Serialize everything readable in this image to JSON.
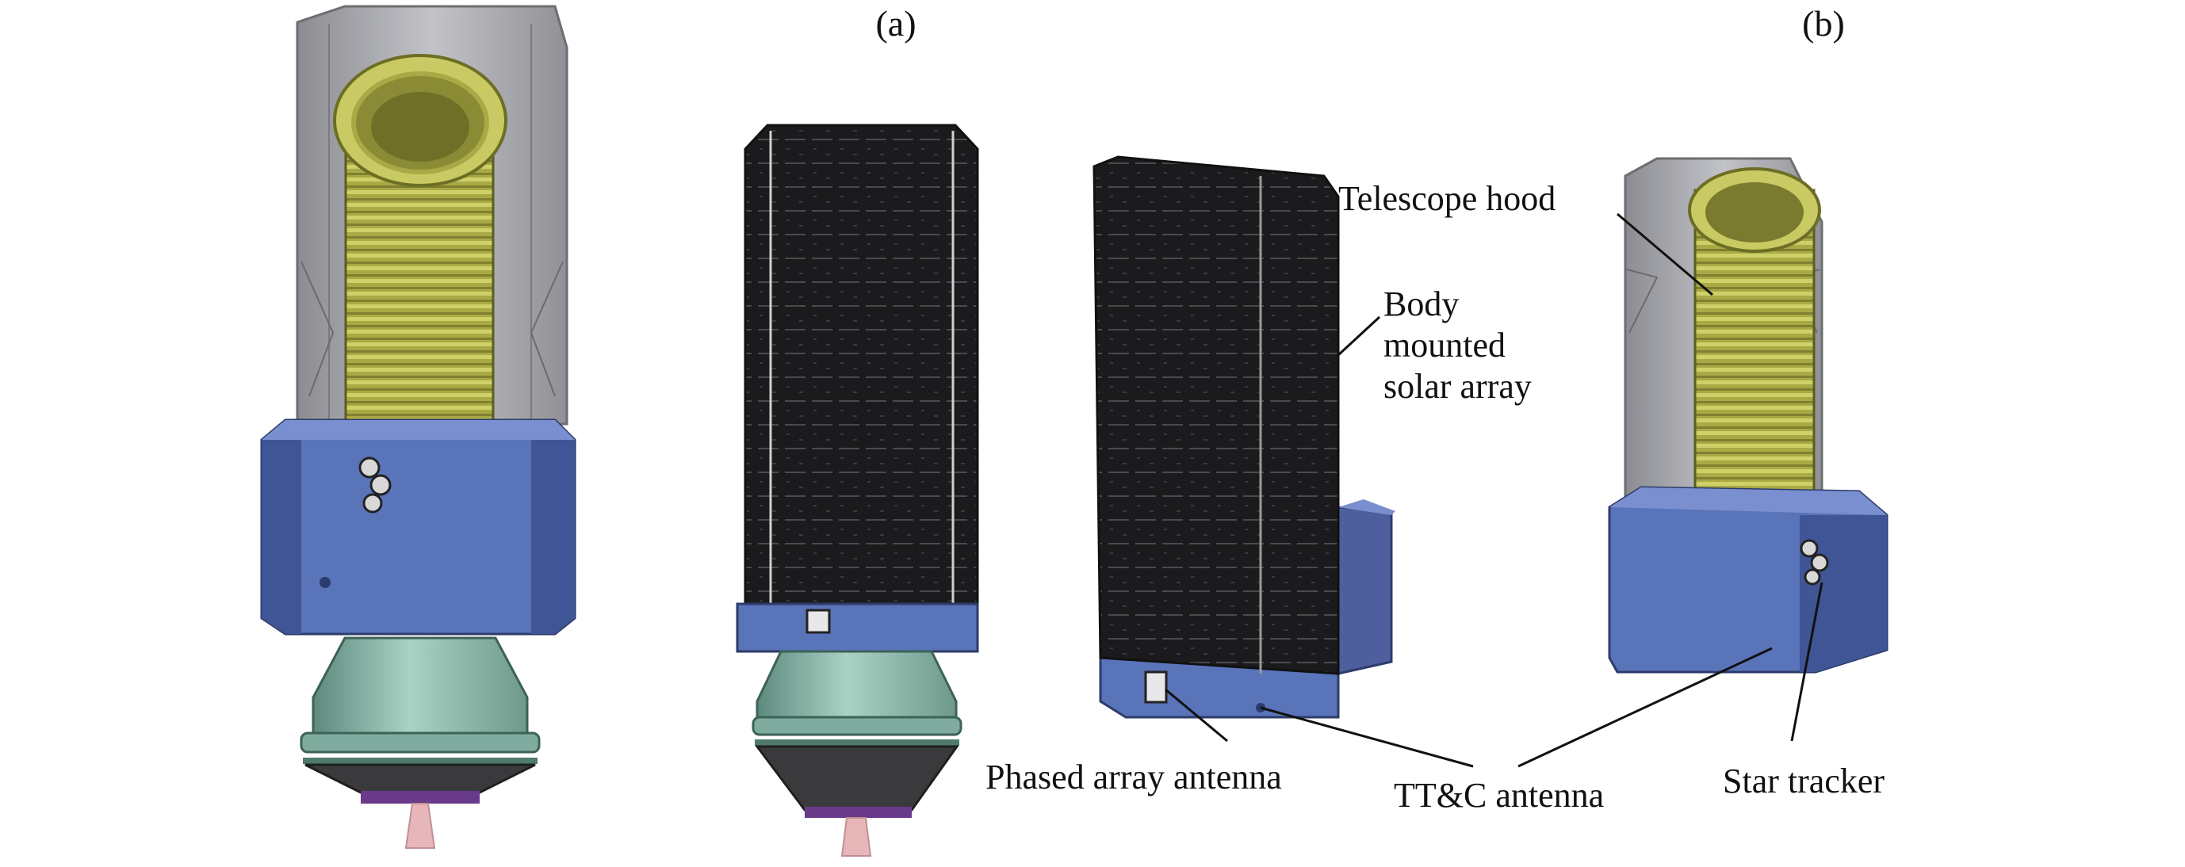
{
  "panels": {
    "a": "(a)",
    "b": "(b)"
  },
  "labels": {
    "telescope_hood": "Telescope hood",
    "solar_array_line1": "Body",
    "solar_array_line2": "mounted",
    "solar_array_line3": "solar array",
    "phased_array": "Phased array antenna",
    "ttc": "TT&C antenna",
    "star_tracker": "Star tracker"
  },
  "colors": {
    "hood": "#a7a8ad",
    "baffle": "#a7a84a",
    "bus_blue": "#5a74ba",
    "bus_dark": "#3a4e88",
    "solar_black": "#1b1b1d",
    "engine_teal": "#8bb8aa",
    "nozzle_dark": "#3a3a3c",
    "nozzle_pink": "#e7b6b9"
  }
}
